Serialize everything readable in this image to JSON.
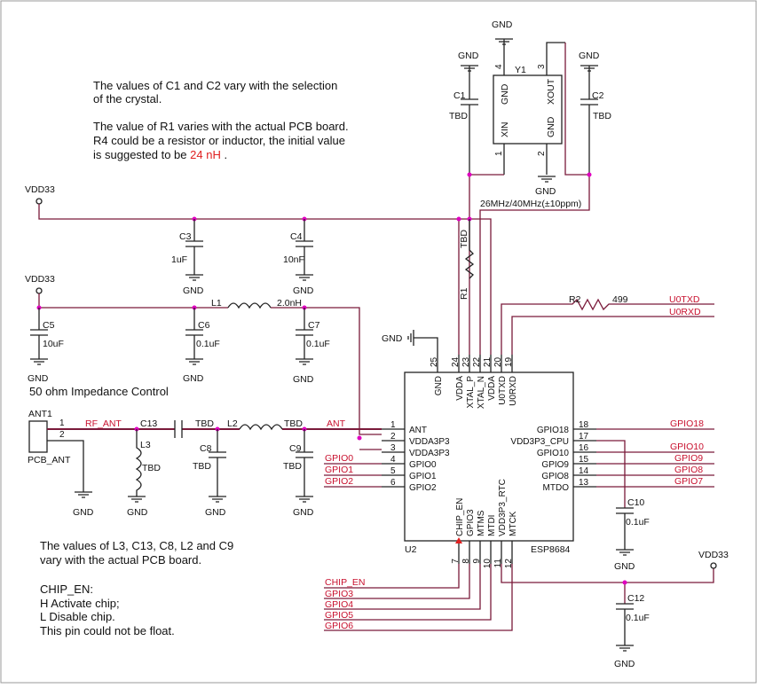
{
  "notes": {
    "n1a": "The values of C1 and C2 vary with the selection",
    "n1b": "of the crystal.",
    "n2a": "The value of R1 varies with the actual PCB board.",
    "n2b": "R4 could be a resistor or inductor, the initial value",
    "n2c": "is suggested to be",
    "n2c_val": "24 nH",
    "n2c_end": ".",
    "imp": "50 ohm  Impedance Control",
    "n3a": "The values of L3, C13, C8, L2 and C9",
    "n3b": "vary with the actual PCB board.",
    "n4a": "CHIP_EN:",
    "n4b": "H Activate chip;",
    "n4c": "L Disable chip.",
    "n4d": "This pin could not be float."
  },
  "power": {
    "vdd": "VDD33",
    "gnd": "GND"
  },
  "components": {
    "c1": "C1",
    "c1v": "TBD",
    "c2": "C2",
    "c2v": "TBD",
    "y1": "Y1",
    "y1_gnd": "GND",
    "y1_xout": "XOUT",
    "y1_xin": "XIN",
    "y1_gnd2": "GND",
    "y1_p1": "1",
    "y1_p2": "2",
    "y1_p3": "3",
    "y1_p4": "4",
    "xtal_freq": "26MHz/40MHz(±10ppm)",
    "c3": "C3",
    "c3v": "1uF",
    "c4": "C4",
    "c4v": "10nF",
    "r1": "R1",
    "r1v": "TBD",
    "c5": "C5",
    "c5v": "10uF",
    "c6": "C6",
    "c6v": "0.1uF",
    "c7": "C7",
    "c7v": "0.1uF",
    "l1": "L1",
    "l1v": "2.0nH",
    "r2": "R2",
    "r2v": "499",
    "ant1": "ANT1",
    "ant1_ref": "PCB_ANT",
    "ant_p1": "1",
    "ant_p2": "2",
    "c13": "C13",
    "c13v": "TBD",
    "l3": "L3",
    "l3v": "TBD",
    "c8": "C8",
    "c8v": "TBD",
    "c8top": "TBD",
    "l2": "L2",
    "l2v": "TBD",
    "c9": "C9",
    "c9v": "TBD",
    "c10": "C10",
    "c10v": "0.1uF",
    "c12": "C12",
    "c12v": "0.1uF",
    "u2": "U2",
    "u2_part": "ESP8684"
  },
  "nets": {
    "rf_ant": "RF_ANT",
    "ant": "ANT",
    "u0txd": "U0TXD",
    "u0rxd": "U0RXD",
    "gpio0": "GPIO0",
    "gpio1": "GPIO1",
    "gpio2": "GPIO2",
    "gpio18": "GPIO18",
    "gpio10": "GPIO10",
    "gpio9": "GPIO9",
    "gpio8": "GPIO8",
    "gpio7": "GPIO7",
    "chip_en": "CHIP_EN",
    "gpio3": "GPIO3",
    "gpio4": "GPIO4",
    "gpio5": "GPIO5",
    "gpio6": "GPIO6"
  },
  "chip": {
    "left": [
      {
        "num": "1",
        "name": "ANT"
      },
      {
        "num": "2",
        "name": "VDDA3P3"
      },
      {
        "num": "3",
        "name": "VDDA3P3"
      },
      {
        "num": "4",
        "name": "GPIO0"
      },
      {
        "num": "5",
        "name": "GPIO1"
      },
      {
        "num": "6",
        "name": "GPIO2"
      }
    ],
    "right": [
      {
        "num": "18",
        "name": "GPIO18"
      },
      {
        "num": "17",
        "name": "VDD3P3_CPU"
      },
      {
        "num": "16",
        "name": "GPIO10"
      },
      {
        "num": "15",
        "name": "GPIO9"
      },
      {
        "num": "14",
        "name": "GPIO8"
      },
      {
        "num": "13",
        "name": "MTDO"
      }
    ],
    "top": [
      {
        "num": "25",
        "name": "GND"
      },
      {
        "num": "24",
        "name": "VDDA"
      },
      {
        "num": "23",
        "name": "XTAL_P"
      },
      {
        "num": "22",
        "name": "XTAL_N"
      },
      {
        "num": "21",
        "name": "VDDA"
      },
      {
        "num": "20",
        "name": "U0TXD"
      },
      {
        "num": "19",
        "name": "U0RXD"
      }
    ],
    "bottom": [
      {
        "num": "7",
        "name": "CHIP_EN"
      },
      {
        "num": "8",
        "name": "GPIO3"
      },
      {
        "num": "9",
        "name": "MTMS"
      },
      {
        "num": "10",
        "name": "MTDI"
      },
      {
        "num": "11",
        "name": "VDD3P3_RTC"
      },
      {
        "num": "12",
        "name": "MTCK"
      }
    ]
  }
}
